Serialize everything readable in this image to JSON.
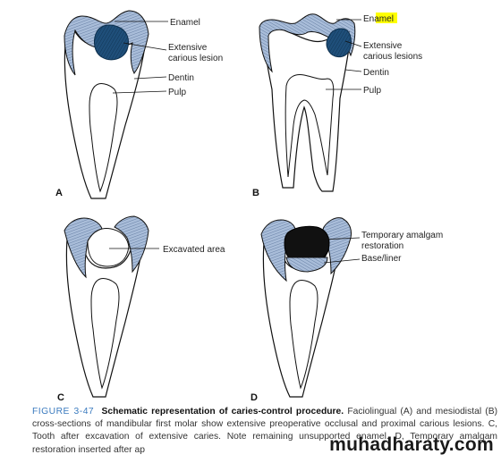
{
  "labels": {
    "a_enamel": "Enamel",
    "a_lesion_line1": "Extensive",
    "a_lesion_line2": "carious lesion",
    "a_dentin": "Dentin",
    "a_pulp": "Pulp",
    "b_enamel_pre": "En",
    "b_enamel_hl": "amel",
    "b_lesion_line1": "Extensive",
    "b_lesion_line2": "carious lesions",
    "b_dentin": "Dentin",
    "b_pulp": "Pulp",
    "c_excavated": "Excavated area",
    "d_temp_line1": "Temporary amalgam",
    "d_temp_line2": "restoration",
    "d_base": "Base/liner"
  },
  "panels": [
    "A",
    "B",
    "C",
    "D"
  ],
  "caption": {
    "figure_number": "FIGURE 3-47",
    "title": "Schematic representation of caries-control procedure.",
    "text": "Faciolingual (A) and mesiodistal (B) cross-sections of mandibular first molar show extensive preoperative occlusal and proximal carious lesions. C, Tooth after excavation of extensive caries. Note remaining unsupported enamel. D, Temporary amalgam restoration inserted after ap"
  },
  "watermark": "muhadharaty.com",
  "colors": {
    "enamel": "#8ea6c8",
    "lesion": "#1f4f7a",
    "amalgam": "#111111",
    "caption_number": "#3b7bbf",
    "highlight": "#ffff00"
  }
}
